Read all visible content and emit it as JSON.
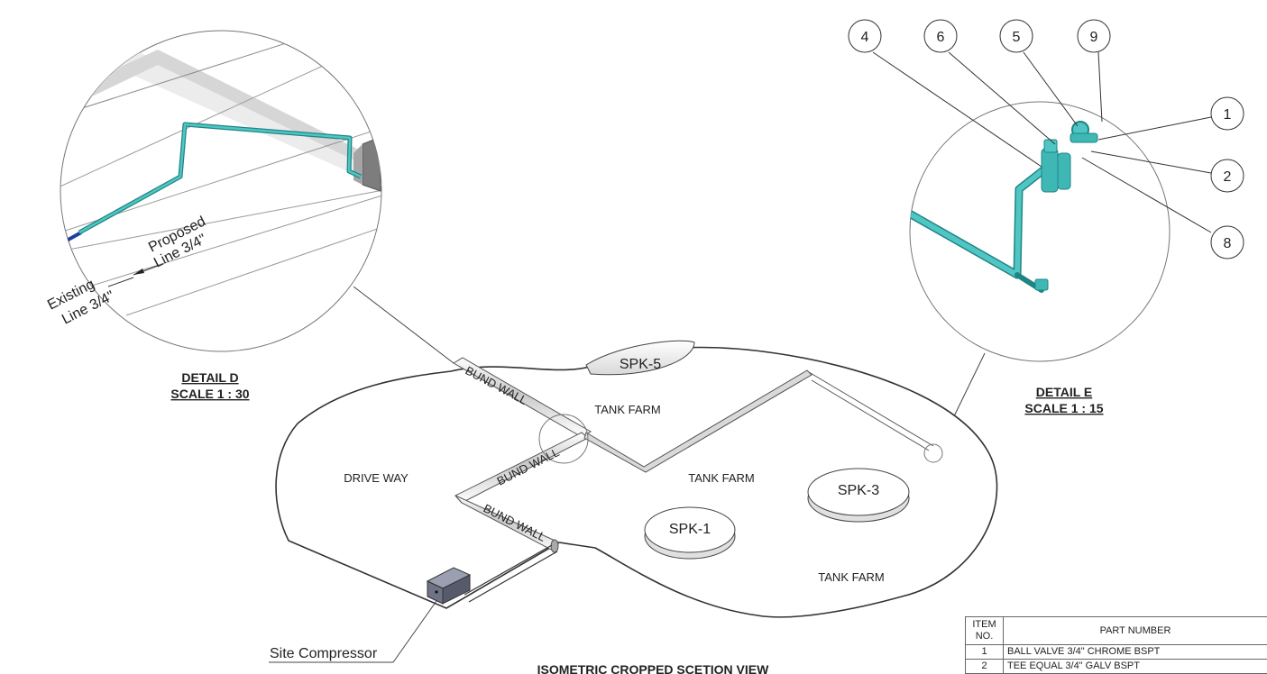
{
  "detail_d": {
    "title": "DETAIL D",
    "scale": "SCALE 1 : 30",
    "label_proposed_1": "Proposed",
    "label_proposed_2": "Line 3/4\"",
    "label_existing_1": "Existing",
    "label_existing_2": "Line 3/4\""
  },
  "detail_e": {
    "title": "DETAIL E",
    "scale": "SCALE 1 : 15",
    "balloons_top": [
      "4",
      "6",
      "5",
      "9"
    ],
    "balloons_right": [
      "1",
      "2",
      "8"
    ]
  },
  "site": {
    "spk5": "SPK-5",
    "spk3": "SPK-3",
    "spk1": "SPK-1",
    "tank_farm_1": "TANK FARM",
    "tank_farm_2": "TANK FARM",
    "tank_farm_3": "TANK FARM",
    "drive_way": "DRIVE WAY",
    "bund_wall_1": "BUND WALL",
    "bund_wall_2": "BUND WALL",
    "bund_wall_3": "BUND WALL",
    "compressor_label": "Site Compressor",
    "view_title": "ISOMETRIC CROPPED SCETION VIEW"
  },
  "bom": {
    "header_item_1": "ITEM",
    "header_item_2": "NO.",
    "header_part": "PART NUMBER",
    "rows": [
      {
        "item": "1",
        "part": "BALL VALVE  3/4\" CHROME BSPT"
      },
      {
        "item": "2",
        "part": "TEE EQUAL  3/4\" GALV  BSPT"
      }
    ]
  },
  "colors": {
    "pipe": "#3fb8b5",
    "pipe_dark": "#1f8583",
    "existing_line": "#1f3f9a",
    "compressor": "#6e7385"
  }
}
